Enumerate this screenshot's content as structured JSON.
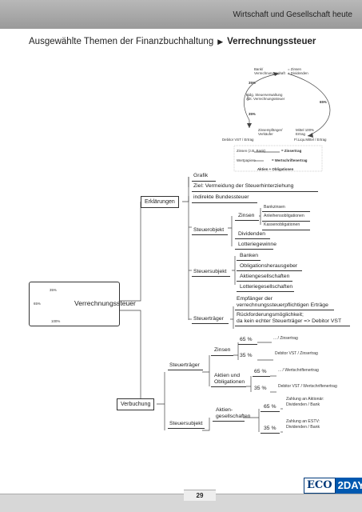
{
  "header": {
    "text": "Wirtschaft und Gesellschaft heute"
  },
  "title": {
    "section": "Ausgewählte Themen der Finanzbuchhaltung",
    "topic": "Verrechnungssteuer"
  },
  "grafik": {
    "bank": "Bank/\nVerrechnungsschaft",
    "zinsen": "= Zinsen\n+ Dividenden",
    "p35a": "35%",
    "p65": "65%",
    "p35b": "35%",
    "steuerverw": "Eidg. Steuerverwaltung\nAbt. Verrechnungssteuer",
    "zinsempf": "Zinsempfänger/\nVerkäufer",
    "mittel": "Mittel 100%\nErtrag",
    "debitor": "Debitor VST / Ertrag",
    "liqmittel": "Fl.Liqu.Mittel / Ertrag",
    "legend1": "Zinsen (z.B. Bank)",
    "legend1b": "= Zinsertrag",
    "legend2": "Wertpapiere",
    "legend2b": "= Wertschriftenertrag",
    "legend3": "Aktien + Obligationen"
  },
  "center": {
    "label": "Verrechnungssteuer",
    "icon_labels": [
      "35%",
      "65%",
      "100%"
    ]
  },
  "erklaerungen": {
    "label": "Erklärungen",
    "grafik": "Grafik",
    "ziel": "Ziel: Vermeidung der Steuerhinterziehung",
    "indirekt": "indirekte Bundessteuer",
    "steuerobjekt": "Steuerobjekt",
    "zinsen": "Zinsen",
    "bankzinsen": "Bankzinsen",
    "anleihen": "Anleihensobligationen",
    "kassen": "Kassenobligationen",
    "dividenden": "Dividenden",
    "lotterie": "Lotteriegewinne",
    "steuersubjekt": "Steuersubjekt",
    "subj_items": [
      "Banken",
      "Obligationsherausgeber",
      "Aktiengesellschaften",
      "Lotteriegesellschaften"
    ],
    "steuertraeger": "Steuerträger",
    "empf1": "Empfänger der",
    "empf2": "verrechnungssteuerpflichtigen Erträge",
    "rueck1": "Rückforderungsmöglichkeit;",
    "rueck2": "da kein echter Steuerträger => Debitor VST"
  },
  "verbuchung": {
    "label": "Verbuchung",
    "steuertraeger": "Steuerträger",
    "steuersubjekt": "Steuersubjekt",
    "zinsen": "Zinsen",
    "aktien1": "Aktien und",
    "aktien2": "Obligationen",
    "aktienges1": "Aktien-",
    "aktienges2": "gesellschaften",
    "p65": "65 %",
    "p35": "35 %",
    "z65": "... / Zinsertrag",
    "z35": "Debitor VST / Zinsertrag",
    "w65": "... / Wertschriftenertrag",
    "w35": "Debitor VST / Wertschriftenertrag",
    "a65a": "Zahlung an Aktionär:",
    "a65b": "Dividenden / Bank",
    "a35a": "Zahlung an ESTV:",
    "a35b": "Dividenden / Bank"
  },
  "footer": {
    "page": "29",
    "logo_eco": "ECO",
    "logo_day": "2DAY",
    "logo_cross": "+"
  }
}
